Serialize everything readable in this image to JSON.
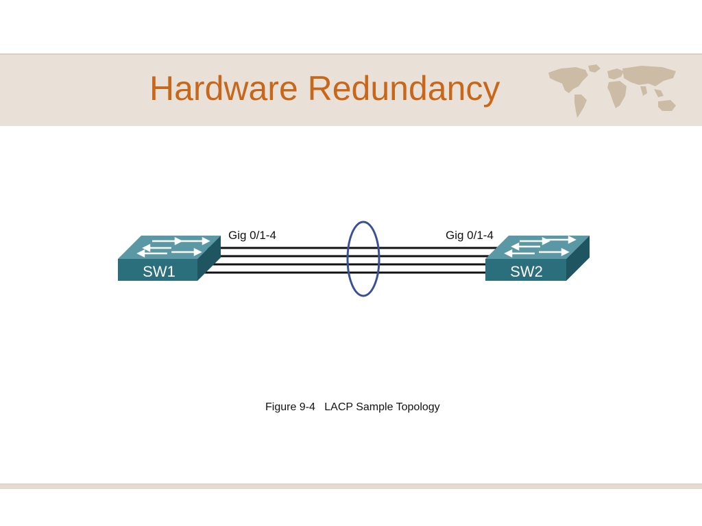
{
  "slide": {
    "title": "Hardware Redundancy",
    "caption_figure": "Figure 9-4",
    "caption_text": "LACP Sample Topology"
  },
  "diagram": {
    "switches": [
      {
        "label": "SW1"
      },
      {
        "label": "SW2"
      }
    ],
    "ports": [
      {
        "label": "Gig 0/1-4"
      },
      {
        "label": "Gig 0/1-4"
      }
    ],
    "link_count": 4
  },
  "colors": {
    "title": "#c8671a",
    "band": "#e9e1d7",
    "switch_front": "#2b6f7c",
    "switch_top": "#5a98a5",
    "bundle_ring": "#3b4f96",
    "link": "#111111",
    "map": "#c9b8a0"
  },
  "icons": {
    "decoration": "world-map-icon",
    "device": "switch-icon"
  }
}
